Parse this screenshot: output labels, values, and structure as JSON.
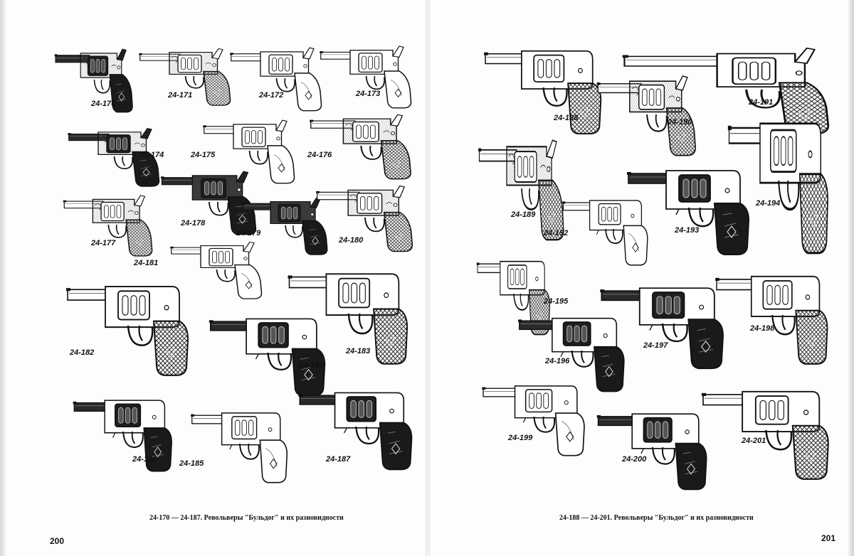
{
  "left_page": {
    "figures": [
      {
        "id": "24-170",
        "label": "24-170",
        "variant": "ornate"
      },
      {
        "id": "24-171",
        "label": "24-171",
        "variant": "engraved"
      },
      {
        "id": "24-172",
        "label": "24-172",
        "variant": "white-grip"
      },
      {
        "id": "24-173",
        "label": "24-173",
        "variant": "white-grip"
      },
      {
        "id": "24-174",
        "label": "24-174",
        "variant": "ornate"
      },
      {
        "id": "24-175",
        "label": "24-175",
        "variant": "white-grip"
      },
      {
        "id": "24-176",
        "label": "24-176",
        "variant": "engraved"
      },
      {
        "id": "24-177",
        "label": "24-177",
        "variant": "engraved"
      },
      {
        "id": "24-178",
        "label": "24-178",
        "variant": "dark"
      },
      {
        "id": "24-179",
        "label": "24-179",
        "variant": "dark"
      },
      {
        "id": "24-180",
        "label": "24-180",
        "variant": "engraved"
      },
      {
        "id": "24-181",
        "label": "24-181",
        "variant": "white-grip"
      },
      {
        "id": "24-182",
        "label": "24-182",
        "variant": "hammerless"
      },
      {
        "id": "24-183",
        "label": "24-183",
        "variant": "hammerless"
      },
      {
        "id": "24-184",
        "label": "24-184",
        "variant": "hammerless-dark"
      },
      {
        "id": "24-185",
        "label": "24-185",
        "variant": "hammerless-white"
      },
      {
        "id": "24-186",
        "label": "24-186",
        "variant": "hammerless-dark"
      },
      {
        "id": "24-187",
        "label": "24-187",
        "variant": "hammerless-dark"
      }
    ],
    "caption": "24-170 — 24-187. Револьверы \"Бульдог\" и их разновидности",
    "page_number": "200"
  },
  "right_page": {
    "figures": [
      {
        "id": "24-188",
        "label": "24-188",
        "variant": "hammerless"
      },
      {
        "id": "24-189",
        "label": "24-189",
        "variant": "engraved"
      },
      {
        "id": "24-190",
        "label": "24-190",
        "variant": "engraved"
      },
      {
        "id": "24-191",
        "label": "24-191",
        "variant": "long-barrel"
      },
      {
        "id": "24-192",
        "label": "24-192",
        "variant": "hammerless-white"
      },
      {
        "id": "24-193",
        "label": "24-193",
        "variant": "hammerless-dark"
      },
      {
        "id": "24-194",
        "label": "24-194",
        "variant": "hammerless"
      },
      {
        "id": "24-195",
        "label": "24-195",
        "variant": "hammerless"
      },
      {
        "id": "24-196",
        "label": "24-196",
        "variant": "hammerless-dark"
      },
      {
        "id": "24-197",
        "label": "24-197",
        "variant": "hammerless-dark"
      },
      {
        "id": "24-198",
        "label": "24-198",
        "variant": "hammerless"
      },
      {
        "id": "24-199",
        "label": "24-199",
        "variant": "hammerless-white"
      },
      {
        "id": "24-200",
        "label": "24-200",
        "variant": "hammerless-dark"
      },
      {
        "id": "24-201",
        "label": "24-201",
        "variant": "hammerless"
      }
    ],
    "caption": "24-188 — 24-201. Револьверы \"Бульдог\" и их разновидности",
    "page_number": "201"
  },
  "colors": {
    "ink": "#111111",
    "paper": "#fdfdfd",
    "hatch": "#444444"
  }
}
